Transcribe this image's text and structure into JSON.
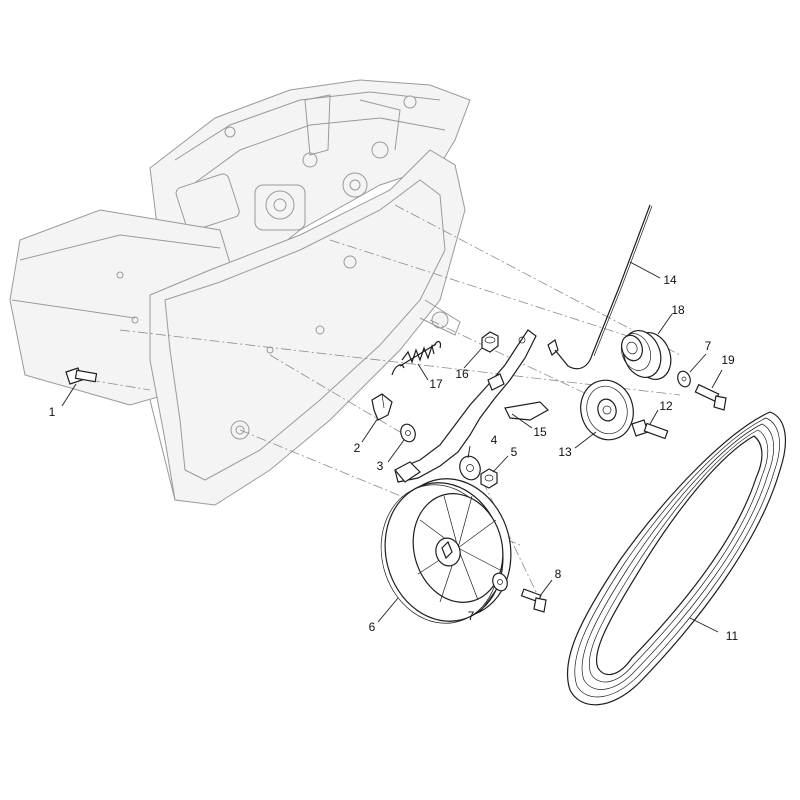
{
  "callouts": [
    {
      "id": "c1",
      "label": "1"
    },
    {
      "id": "c2",
      "label": "2"
    },
    {
      "id": "c3",
      "label": "3"
    },
    {
      "id": "c4",
      "label": "4"
    },
    {
      "id": "c5",
      "label": "5"
    },
    {
      "id": "c6",
      "label": "6"
    },
    {
      "id": "c7a",
      "label": "7"
    },
    {
      "id": "c7b",
      "label": "7"
    },
    {
      "id": "c8",
      "label": "8"
    },
    {
      "id": "c11",
      "label": "11"
    },
    {
      "id": "c12",
      "label": "12"
    },
    {
      "id": "c13",
      "label": "13"
    },
    {
      "id": "c14",
      "label": "14"
    },
    {
      "id": "c15",
      "label": "15"
    },
    {
      "id": "c16",
      "label": "16"
    },
    {
      "id": "c17",
      "label": "17"
    },
    {
      "id": "c18",
      "label": "18"
    },
    {
      "id": "c19",
      "label": "19"
    }
  ],
  "colors": {
    "line": "#1e1e1e",
    "ghost": "#9a9a9a",
    "background": "#ffffff"
  }
}
